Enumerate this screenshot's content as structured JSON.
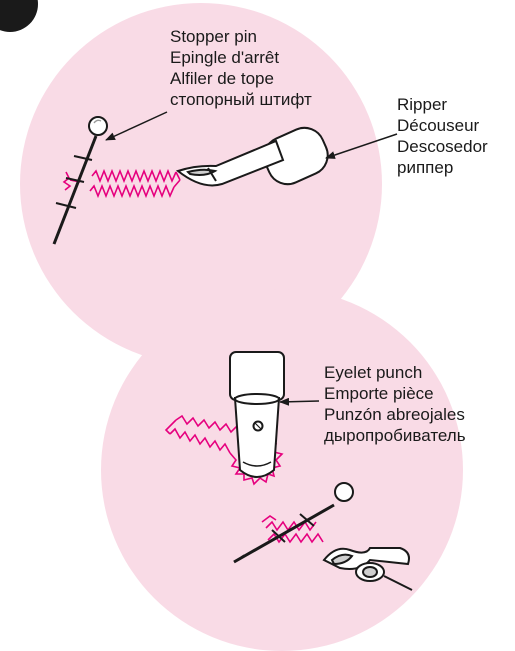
{
  "labels": {
    "stopper_pin": [
      "Stopper pin",
      "Epingle d'arrêt",
      "Alfiler de tope",
      "стопорный штифт"
    ],
    "ripper": [
      "Ripper",
      "Découseur",
      "Descosedor",
      "риппер"
    ],
    "eyelet_punch": [
      "Eyelet punch",
      "Emporte pièce",
      "Punzón abreojales",
      "дыропробиватель"
    ]
  },
  "colors": {
    "circle_fill": "#f9dbe6",
    "stitch": "#e6007e",
    "outline": "#1a1a1a"
  }
}
